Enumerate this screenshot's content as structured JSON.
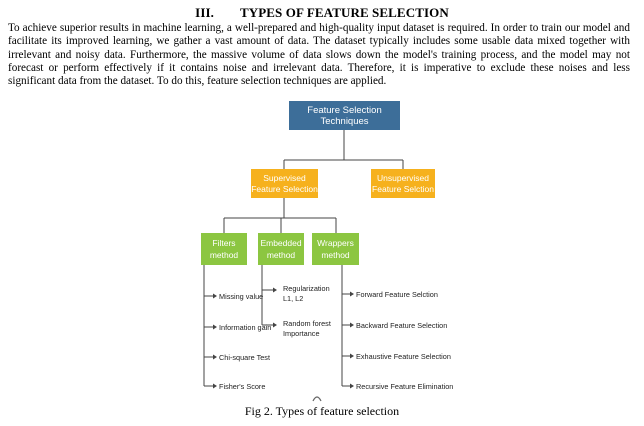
{
  "section": {
    "number": "III.",
    "title": "TYPES OF FEATURE SELECTION"
  },
  "paragraph": "To achieve superior results in machine learning, a well-prepared and high-quality input dataset is required. In order to train our model and facilitate its improved learning, we gather a vast amount of data. The dataset typically includes some usable data mixed together with irrelevant and noisy data. Furthermore, the massive volume of data slows down the model's training process, and the model may not forecast or perform effectively if it contains noise and irrelevant data. Therefore, it is imperative to exclude these noises and less significant data from the dataset. To do this, feature selection techniques are applied.",
  "diagram": {
    "root": "Feature Selection Techniques",
    "supervised": [
      "Supervised",
      "Feature Selection"
    ],
    "unsupervised": [
      "Unsupervised",
      "Feature Selction"
    ],
    "filters": [
      "Filters",
      "method"
    ],
    "embedded": [
      "Embedded",
      "method"
    ],
    "wrappers": [
      "Wrappers",
      "method"
    ],
    "filters_items": [
      "Missing value",
      "Information gain",
      "Chi-square Test",
      "Fisher's Score"
    ],
    "embedded_items": [
      [
        "Regularization",
        "L1, L2"
      ],
      [
        "Random forest",
        "Importance"
      ]
    ],
    "wrappers_items": [
      "Forward Feature Selction",
      "Backward Feature Selection",
      "Exhaustive Feature Selection",
      "Recursive Feature Elimination"
    ],
    "colors": {
      "root": "#3d6e99",
      "supervised": "#f6b11d",
      "method": "#8cc641",
      "connector": "#444444"
    }
  },
  "caption": "Fig 2. Types of feature selection"
}
